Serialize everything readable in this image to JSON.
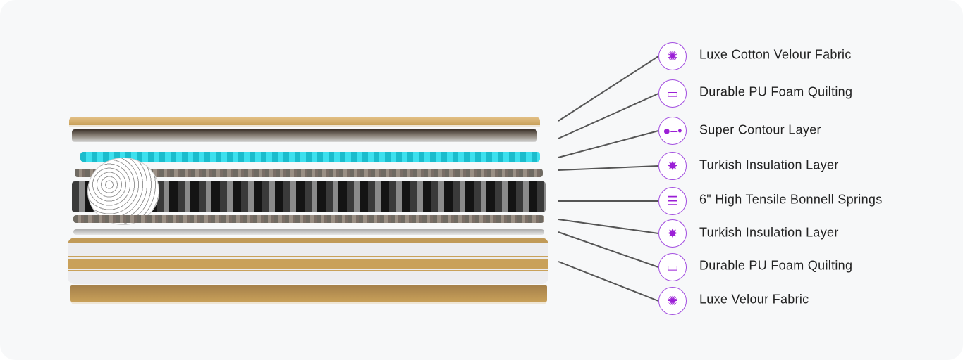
{
  "layers": [
    {
      "label": "Luxe Cotton Velour Fabric",
      "icon": "fabric-flower-icon"
    },
    {
      "label": "Durable PU Foam Quilting",
      "icon": "foam-block-icon"
    },
    {
      "label": "Super Contour Layer",
      "icon": "contour-dots-icon"
    },
    {
      "label": "Turkish Insulation Layer",
      "icon": "insulation-icon"
    },
    {
      "label": "6\" High Tensile Bonnell Springs",
      "icon": "springs-icon"
    },
    {
      "label": "Turkish Insulation Layer",
      "icon": "insulation-icon"
    },
    {
      "label": "Durable PU Foam Quilting",
      "icon": "foam-block-icon"
    },
    {
      "label": "Luxe Velour Fabric",
      "icon": "fabric-flower-icon"
    }
  ],
  "colors": {
    "accent": "#9b1fd6",
    "contour": "#2dd0e0",
    "gold": "#c9a15a"
  }
}
